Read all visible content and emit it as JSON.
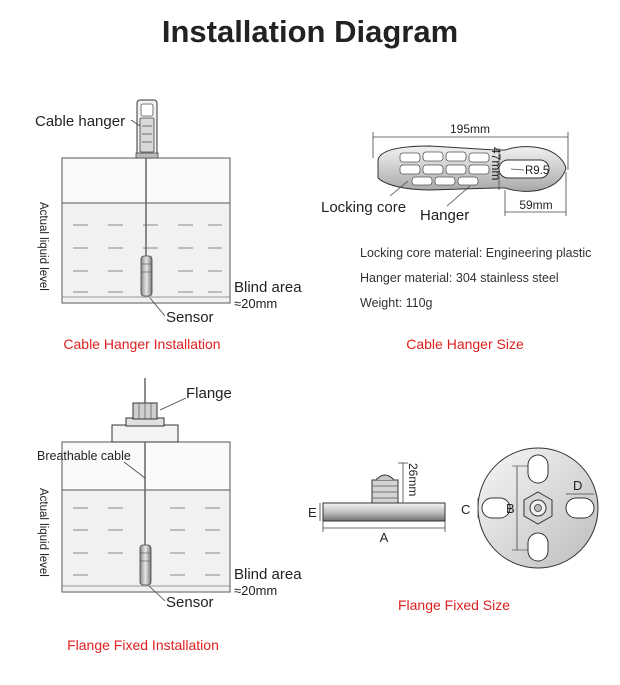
{
  "title": "Installation Diagram",
  "cable_hanger_install": {
    "cable_hanger_label": "Cable hanger",
    "liquid_level_label": "Actual liquid level",
    "blind_area_label": "Blind area",
    "blind_area_value": "≈20mm",
    "sensor_label": "Sensor",
    "caption": "Cable Hanger Installation"
  },
  "cable_hanger_size": {
    "width_dim": "195mm",
    "height_dim": "47mm",
    "radius_dim": "R9.5",
    "hook_dim": "59mm",
    "locking_core_label": "Locking core",
    "hanger_label": "Hanger",
    "specs": [
      "Locking core material: Engineering plastic",
      "Hanger material: 304 stainless steel",
      "Weight: 110g"
    ],
    "caption": "Cable Hanger Size"
  },
  "flange_install": {
    "flange_label": "Flange",
    "breathable_cable_label": "Breathable cable",
    "liquid_level_label": "Actual liquid level",
    "blind_area_label": "Blind area",
    "blind_area_value": "≈20mm",
    "sensor_label": "Sensor",
    "caption": "Flange Fixed Installation"
  },
  "flange_size": {
    "dim_a": "A",
    "dim_b": "B",
    "dim_c": "C",
    "dim_d": "D",
    "dim_e": "E",
    "height_dim": "26mm",
    "caption": "Flange Fixed Size"
  }
}
